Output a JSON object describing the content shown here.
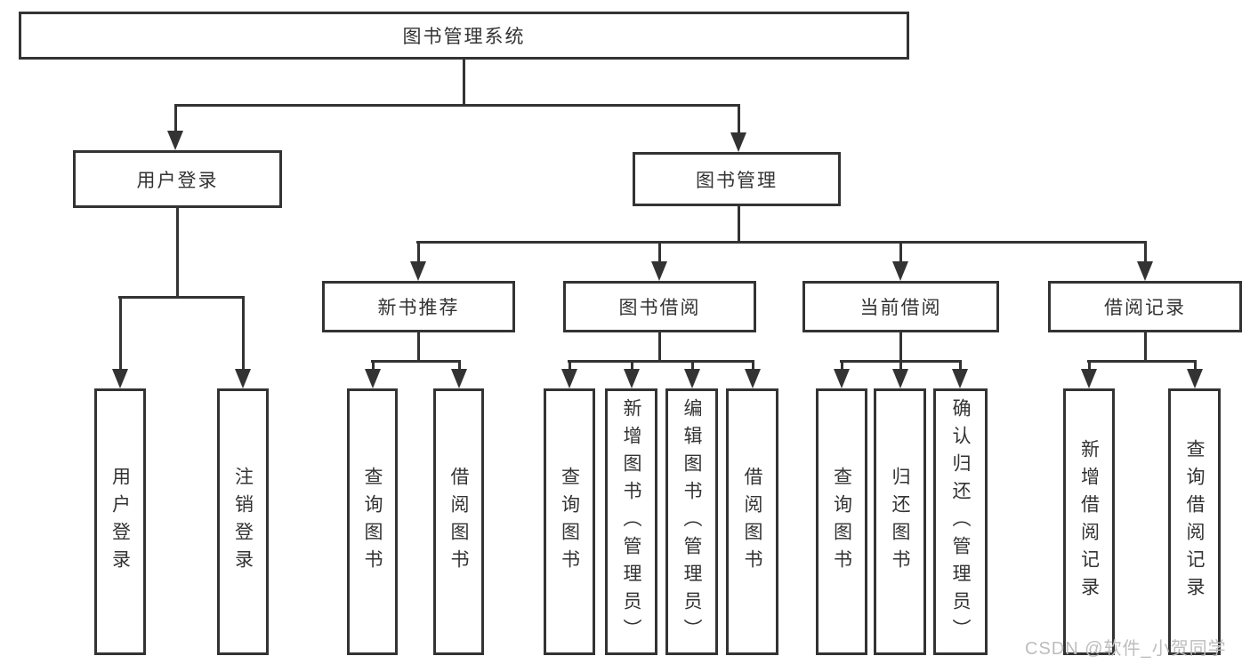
{
  "colors": {
    "line": "#333333",
    "text": "#333333",
    "watermark": "#bdbdbd",
    "background": "#ffffff"
  },
  "tree": {
    "root": "图书管理系统",
    "branches": [
      {
        "label": "用户登录",
        "children": [
          "用户登录",
          "注销登录"
        ]
      },
      {
        "label": "图书管理",
        "children": [
          {
            "label": "新书推荐",
            "children": [
              "查询图书",
              "借阅图书"
            ]
          },
          {
            "label": "图书借阅",
            "children": [
              "查询图书",
              "新增图书（管理员）",
              "编辑图书（管理员）",
              "借阅图书"
            ]
          },
          {
            "label": "当前借阅",
            "children": [
              "查询图书",
              "归还图书",
              "确认归还（管理员）"
            ]
          },
          {
            "label": "借阅记录",
            "children": [
              "新增借阅记录",
              "查询借阅记录"
            ]
          }
        ]
      }
    ]
  },
  "watermark": "CSDN @软件_小贺同学"
}
